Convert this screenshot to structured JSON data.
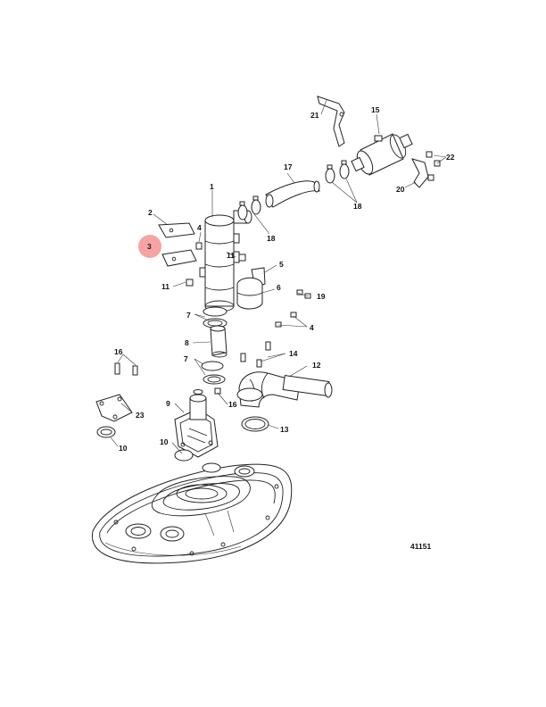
{
  "diagram": {
    "drawing_number": "41151",
    "highlight_color": "#f7a3a3",
    "callouts": [
      {
        "id": "c1",
        "label": "1"
      },
      {
        "id": "c2",
        "label": "2"
      },
      {
        "id": "c3",
        "label": "3"
      },
      {
        "id": "c4a",
        "label": "4"
      },
      {
        "id": "c4b",
        "label": "4"
      },
      {
        "id": "c5",
        "label": "5"
      },
      {
        "id": "c6",
        "label": "6"
      },
      {
        "id": "c7a",
        "label": "7"
      },
      {
        "id": "c7b",
        "label": "7"
      },
      {
        "id": "c8",
        "label": "8"
      },
      {
        "id": "c9",
        "label": "9"
      },
      {
        "id": "c10a",
        "label": "10"
      },
      {
        "id": "c10b",
        "label": "10"
      },
      {
        "id": "c11a",
        "label": "11"
      },
      {
        "id": "c11b",
        "label": "11"
      },
      {
        "id": "c12",
        "label": "12"
      },
      {
        "id": "c13",
        "label": "13"
      },
      {
        "id": "c14",
        "label": "14"
      },
      {
        "id": "c15",
        "label": "15"
      },
      {
        "id": "c16a",
        "label": "16"
      },
      {
        "id": "c16b",
        "label": "16"
      },
      {
        "id": "c17",
        "label": "17"
      },
      {
        "id": "c18a",
        "label": "18"
      },
      {
        "id": "c18b",
        "label": "18"
      },
      {
        "id": "c19",
        "label": "19"
      },
      {
        "id": "c20",
        "label": "20"
      },
      {
        "id": "c21",
        "label": "21"
      },
      {
        "id": "c22",
        "label": "22"
      },
      {
        "id": "c23",
        "label": "23"
      }
    ]
  }
}
